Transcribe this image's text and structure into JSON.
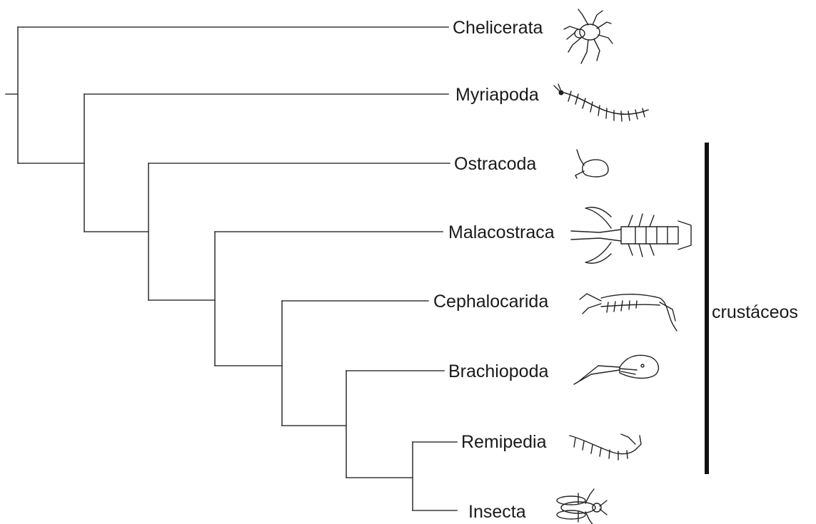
{
  "taxa": [
    {
      "label": "Chelicerata",
      "icon": "spider-icon"
    },
    {
      "label": "Myriapoda",
      "icon": "millipede-icon"
    },
    {
      "label": "Ostracoda",
      "icon": "ostracod-icon"
    },
    {
      "label": "Malacostraca",
      "icon": "lobster-icon"
    },
    {
      "label": "Cephalocarida",
      "icon": "cephalocarid-icon"
    },
    {
      "label": "Brachiopoda",
      "icon": "branchiopod-icon"
    },
    {
      "label": "Remipedia",
      "icon": "remipede-icon"
    },
    {
      "label": "Insecta",
      "icon": "insect-icon"
    }
  ],
  "clade_bracket": {
    "label": "crustáceos"
  }
}
